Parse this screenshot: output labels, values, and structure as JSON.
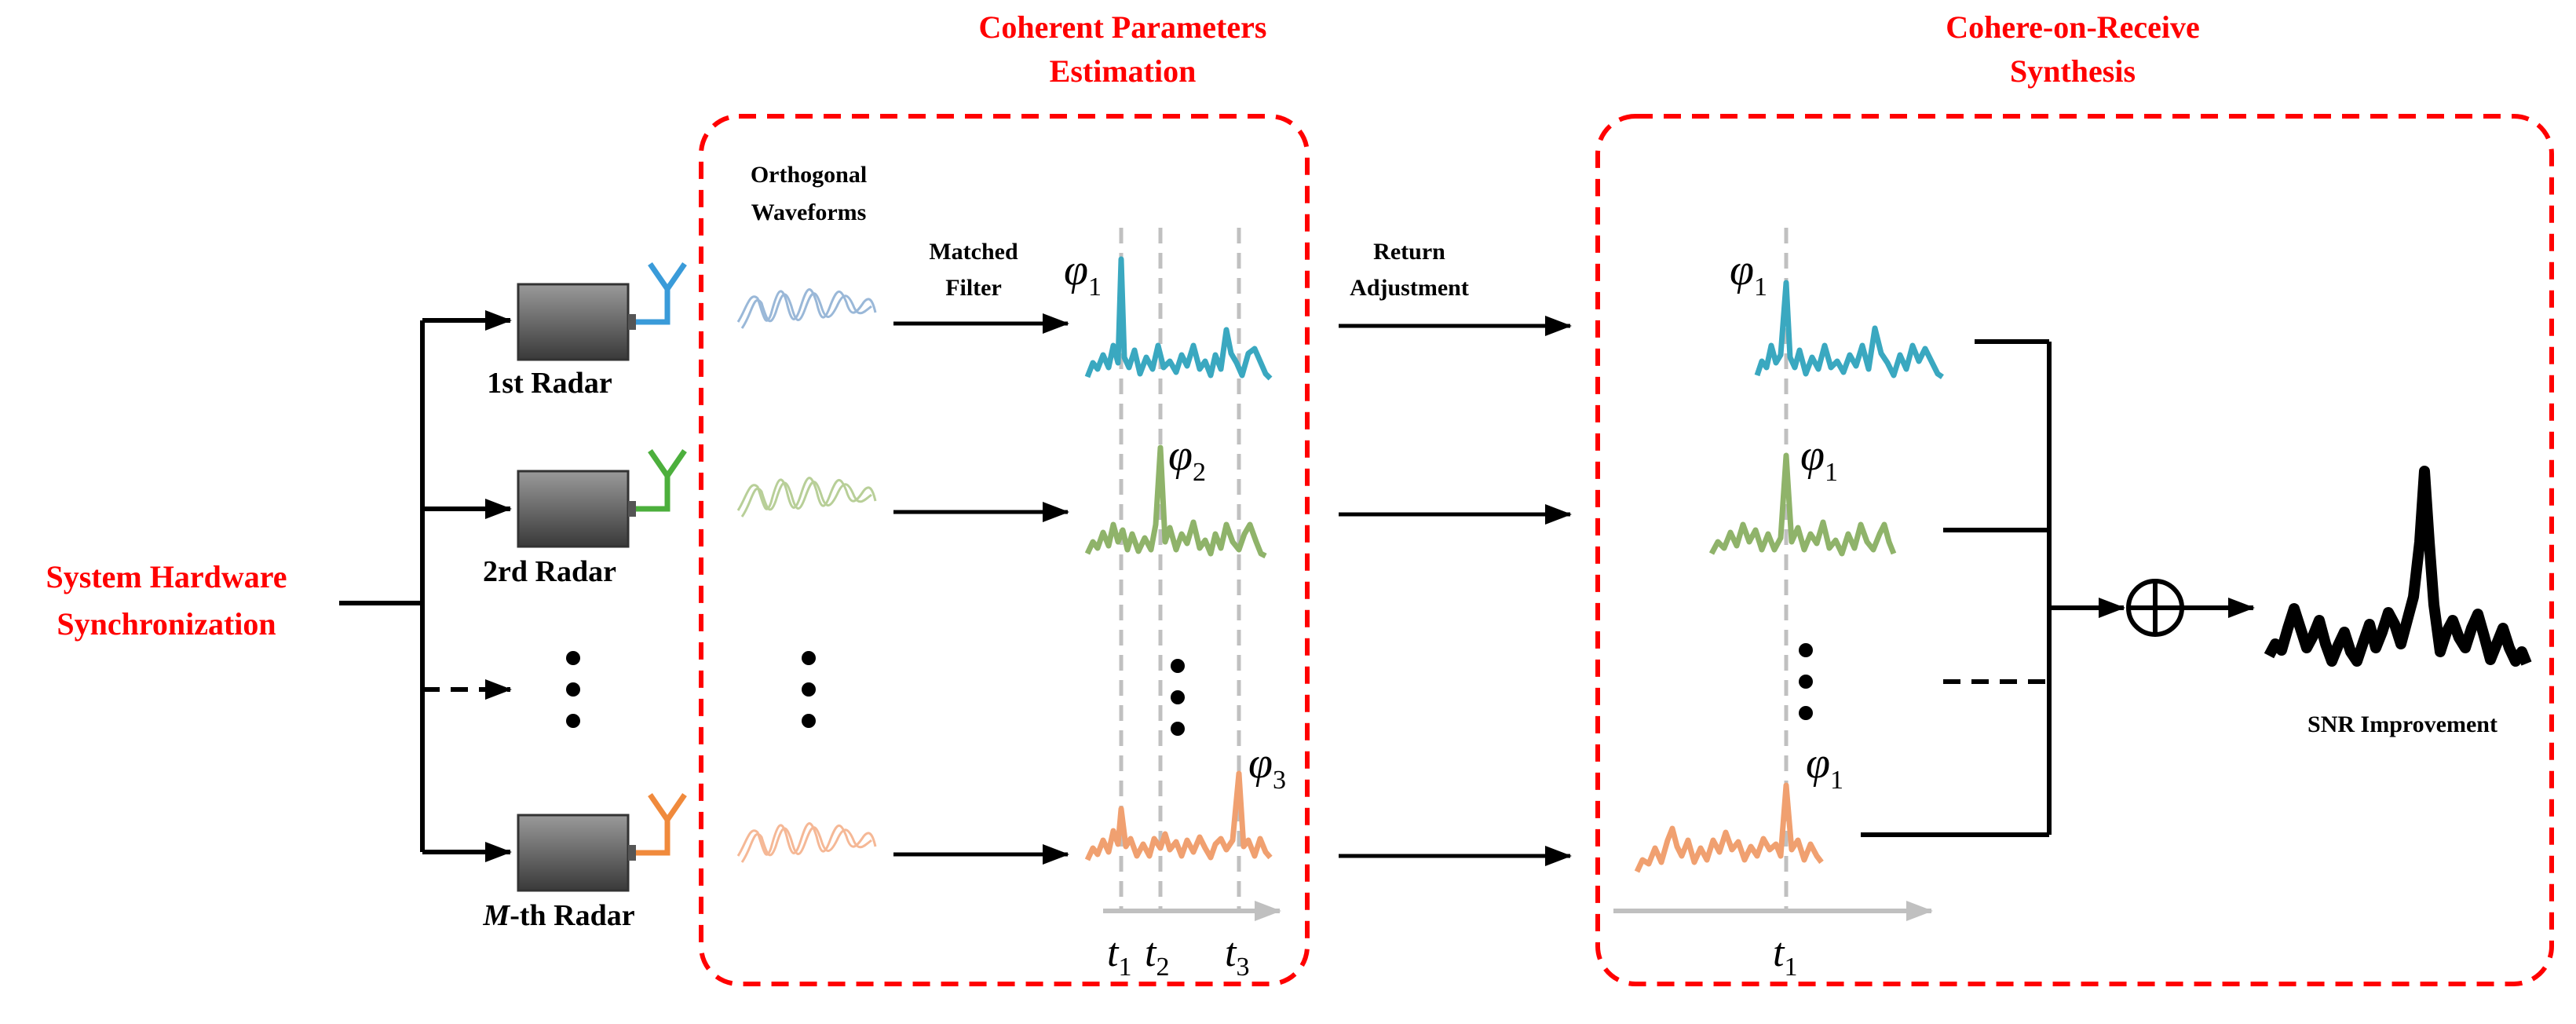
{
  "section_titles": {
    "estimation_line1": "Coherent Parameters",
    "estimation_line2": "Estimation",
    "synthesis_line1": "Cohere-on-Receive",
    "synthesis_line2": "Synthesis",
    "sync_line1": "System Hardware",
    "sync_line2": "Synchronization"
  },
  "radars": [
    {
      "label": "1st Radar",
      "antenna_color": "#3a9bd9"
    },
    {
      "label": "2rd Radar",
      "antenna_color": "#4caf3c"
    },
    {
      "label_prefix": "M",
      "label_suffix": "-th Radar",
      "antenna_color": "#f08a3c"
    }
  ],
  "labels": {
    "orthogonal_line1": "Orthogonal",
    "orthogonal_line2": "Waveforms",
    "matched_line1": "Matched",
    "matched_line2": "Filter",
    "return_line1": "Return",
    "return_line2": "Adjustment",
    "snr": "SNR Improvement"
  },
  "symbols": {
    "phi": "φ",
    "t": "t",
    "sub1": "1",
    "sub2": "2",
    "sub3": "3"
  },
  "colors": {
    "highlight_red": "#ff0000",
    "channel1": "#3aa8c0",
    "channel2": "#8fb36a",
    "channel3": "#f0a070",
    "waveform1": "#9ab8d8",
    "waveform2": "#b8cf98",
    "waveform3": "#f5b896",
    "guide_gray": "#bfbfbf"
  },
  "icons": [
    "radar-unit-icon",
    "antenna-icon",
    "summation-icon",
    "vertical-ellipsis-icon"
  ]
}
